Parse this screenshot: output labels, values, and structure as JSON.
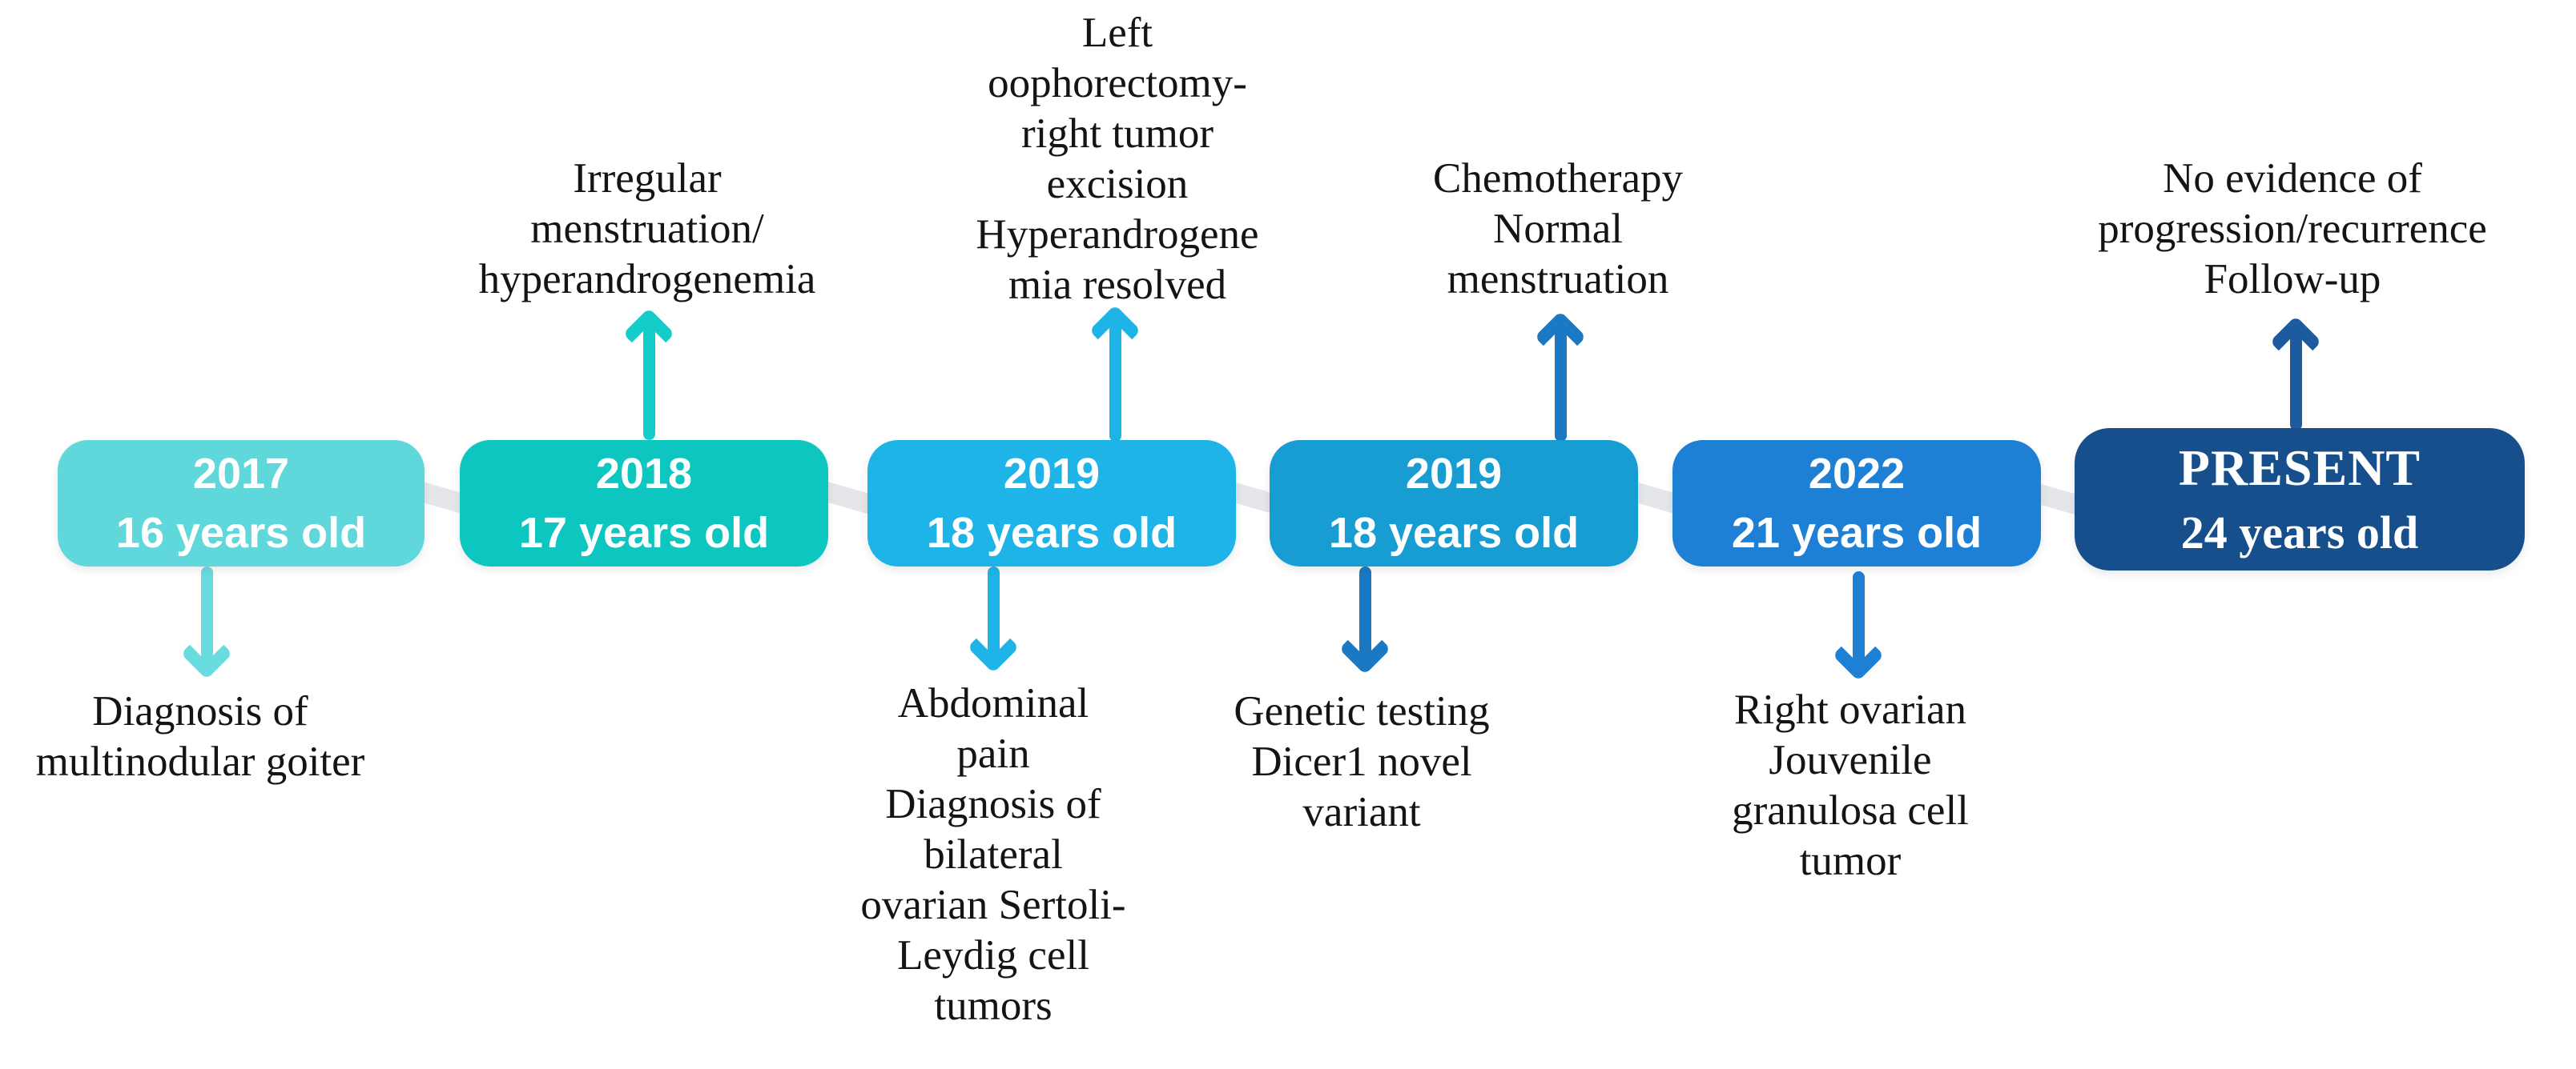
{
  "figure": {
    "connector_color": "#E4E6E9",
    "text_color": "#141414",
    "events": [
      {
        "year": "2017",
        "age": "16 years old",
        "box_color": "#5FD7DB",
        "arrow_down_color": "#68DCDF",
        "note_below": "Diagnosis of\nmultinodular goiter"
      },
      {
        "year": "2018",
        "age": "17 years old",
        "box_color": "#0DC6C0",
        "arrow_up_color": "#14CDC8",
        "note_above": "Irregular\nmenstruation/\nhyperandrogenemia"
      },
      {
        "year": "2019",
        "age": "18 years old",
        "box_color": "#1FB4E7",
        "arrow_up_color": "#1FB4E7",
        "arrow_down_color": "#1FB4E7",
        "note_above": "Left\noophorectomy-\nright tumor\nexcision\nHyperandrogene\nmia resolved",
        "note_below": "Abdominal\npain\nDiagnosis of\nbilateral\novarian Sertoli-\nLeydig cell\ntumors"
      },
      {
        "year": "2019",
        "age": "18 years old",
        "box_color": "#179DD1",
        "arrow_up_color": "#1B78C3",
        "arrow_down_color": "#1B78C3",
        "note_above": "Chemotherapy\nNormal\nmenstruation",
        "note_below": "Genetic testing\nDicer1 novel\nvariant"
      },
      {
        "year": "2022",
        "age": "21 years old",
        "box_color": "#1D80D4",
        "arrow_down_color": "#1D80D4",
        "note_below": "Right ovarian\nJouvenile\ngranulosa cell\ntumor"
      },
      {
        "year": "PRESENT",
        "age": "24 years old",
        "box_color": "#174E8C",
        "arrow_up_color": "#1C5C9E",
        "note_above": "No evidence of\nprogression/recurrence\nFollow-up"
      }
    ]
  }
}
